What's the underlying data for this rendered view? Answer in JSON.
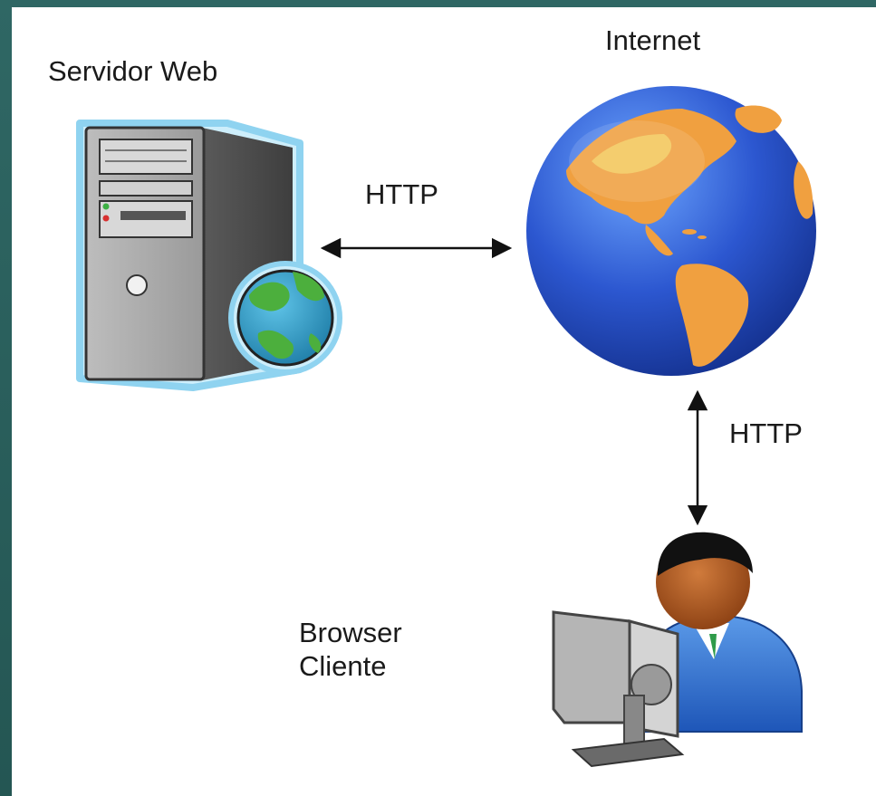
{
  "labels": {
    "server": "Servidor Web",
    "internet": "Internet",
    "http_top": "HTTP",
    "http_right": "HTTP",
    "client_line1": "Browser",
    "client_line2": "Cliente"
  },
  "icons": {
    "server": "web-server-icon",
    "internet": "globe-icon",
    "client": "user-at-computer-icon"
  },
  "arrows": [
    {
      "from": "server",
      "to": "internet",
      "label": "HTTP",
      "bidirectional": true
    },
    {
      "from": "internet",
      "to": "client",
      "label": "HTTP",
      "bidirectional": true
    }
  ],
  "colors": {
    "frame": "#2a5f5c",
    "background": "#ffffff",
    "text": "#1a1a1a",
    "ocean": "#2f5fd6",
    "land": "#f0a040",
    "server_body": "#8f8f8f",
    "server_outline": "#8fd3f0",
    "user_shirt": "#2f6fd0",
    "monitor": "#9a9a9a"
  }
}
